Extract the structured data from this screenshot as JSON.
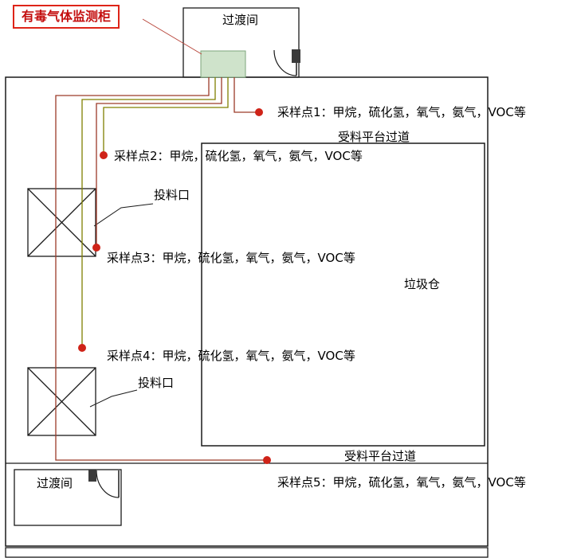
{
  "title": "有毒气体监测柜",
  "rooms": {
    "transition_top": "过渡间",
    "transition_bottom": "过渡间",
    "bunker": "垃圾仓"
  },
  "aisles": {
    "top": "受料平台过道",
    "bottom": "受料平台过道"
  },
  "feed_ports": [
    {
      "label": "投料口"
    },
    {
      "label": "投料口"
    }
  ],
  "sampling_points": [
    {
      "label": "采样点1：甲烷，硫化氢，氧气，氨气，VOC等"
    },
    {
      "label": "采样点2：甲烷，硫化氢，氧气，氨气，VOC等"
    },
    {
      "label": "采样点3：甲烷，硫化氢，氧气，氨气，VOC等"
    },
    {
      "label": "采样点4：甲烷，硫化氢，氧气，氨气，VOC等"
    },
    {
      "label": "采样点5：甲烷，硫化氢，氧气，氨气，VOC等"
    }
  ],
  "colors": {
    "accent_red": "#de2418",
    "dot": "#cf2318",
    "pipe_olive": "#808000",
    "pipe_dark_red": "#9c3a28",
    "cabinet_fill": "#cfe3cb",
    "wall": "#1a1a1a"
  }
}
